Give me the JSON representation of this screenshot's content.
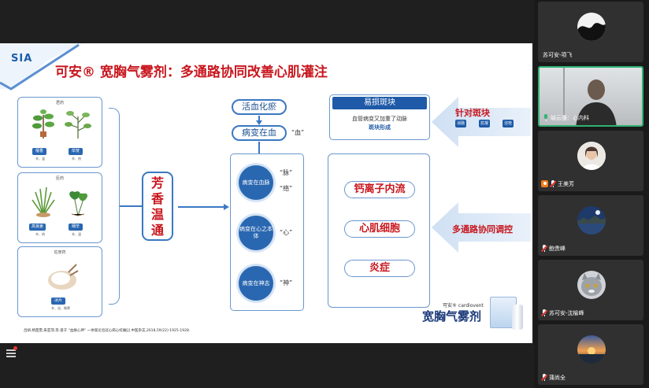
{
  "slide": {
    "logo": "SIA",
    "title": "可安® 宽胸气雾剂：多通路协同改善心肌灌注",
    "herbs": {
      "groups": [
        {
          "category": "君药",
          "items": [
            {
              "name": "檀香",
              "property": "辛、温"
            },
            {
              "name": "荜茇",
              "property": "辛、热"
            }
          ]
        },
        {
          "category": "臣药",
          "items": [
            {
              "name": "高良姜",
              "property": "辛、热"
            },
            {
              "name": "细辛",
              "property": "辛、温"
            }
          ]
        },
        {
          "category": "佐使药",
          "items": [
            {
              "name": "冰片",
              "property": "辛、苦、微寒"
            }
          ]
        }
      ]
    },
    "aroma": "芳香温通",
    "top_pills": {
      "first": "活血化瘀",
      "second": "病变在血"
    },
    "quote_blood": "“血”",
    "circles": [
      {
        "label": "病变在血脉",
        "quotes": [
          "“脉”",
          "“络”"
        ]
      },
      {
        "label": "病变在心之本体",
        "quotes": [
          "“心”"
        ]
      },
      {
        "label": "病变在神志",
        "quotes": [
          "“神”"
        ]
      }
    ],
    "plaque": {
      "header": "易损斑块",
      "line1": "血管病变又加重了动脉",
      "line2": "斑块形成"
    },
    "targets": [
      "钙离子内流",
      "心肌细胞",
      "炎症"
    ],
    "arrow_top": {
      "label": "针对斑块",
      "tags": [
        "消融",
        "抗凝",
        "溶栓"
      ]
    },
    "arrow_bottom": {
      "label": "多通路协同调控"
    },
    "reference": "吕妍,杨茜雯,朱亚萍,等.基于 “血脉心神” 一体观论治冠心病心绞痛[J].中医杂志,2018,59(22):1925-1928.",
    "product": {
      "brand": "可安® cardiovent",
      "name": "宽胸气雾剂"
    }
  },
  "participants": [
    {
      "name": "苏可安-项飞",
      "mic": "none",
      "active": false,
      "avatar": "photo-bw"
    },
    {
      "name": "喻云强：心内科",
      "mic": "on",
      "active": true,
      "avatar": "video"
    },
    {
      "name": "王美芳",
      "mic": "muted",
      "active": false,
      "avatar": "photo-woman",
      "host": true
    },
    {
      "name": "鲍贵峰",
      "mic": "muted",
      "active": false,
      "avatar": "photo-landscape"
    },
    {
      "name": "苏可安-沈榆峰",
      "mic": "muted",
      "active": false,
      "avatar": "photo-cat"
    },
    {
      "name": "蒲尚全",
      "mic": "muted",
      "active": false,
      "avatar": "photo-sunset"
    }
  ],
  "colors": {
    "accent_red": "#c8161d",
    "accent_blue": "#1e5aa8",
    "active_green": "#2fb372"
  }
}
